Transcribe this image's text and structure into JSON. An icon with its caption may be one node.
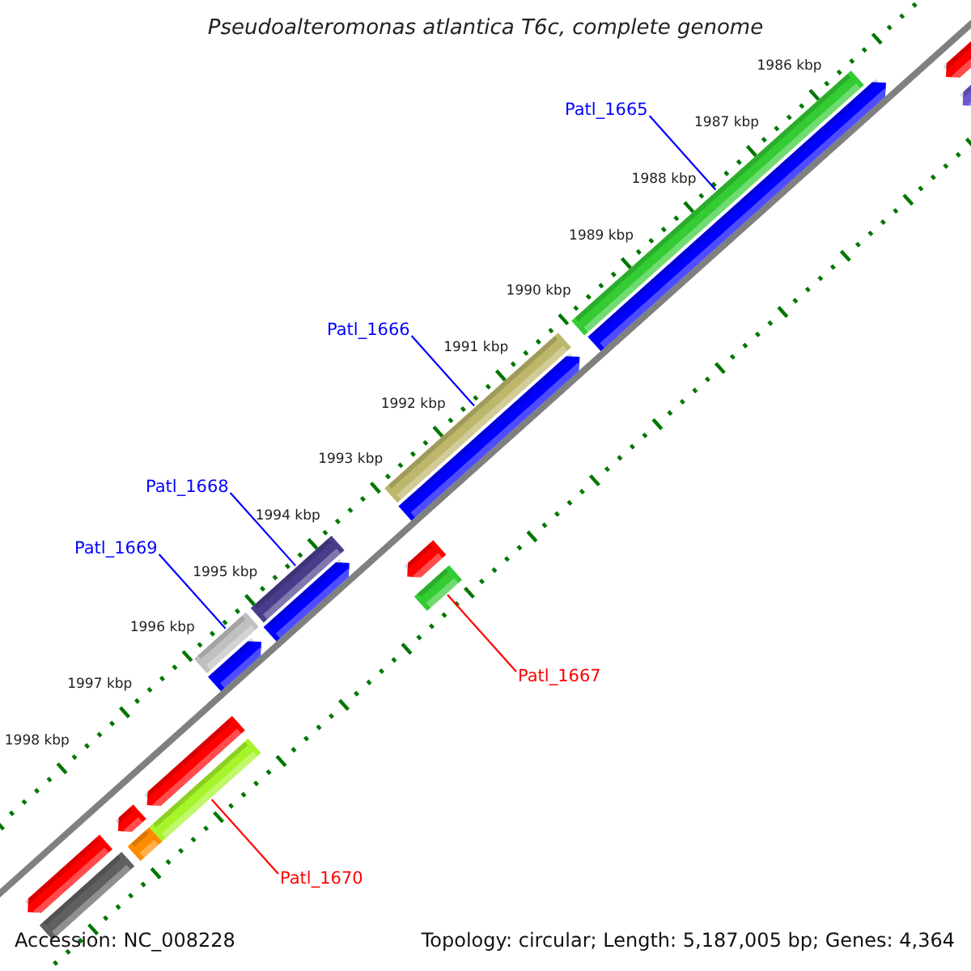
{
  "diagram": {
    "title": "Pseudoalteromonas atlantica T6c, complete genome",
    "nodes": [
      {
        "text": [
          "Patl_1665"
        ]
      },
      {
        "text": [
          "Patl_1666"
        ]
      },
      {
        "text": [
          "Patl_1668"
        ]
      },
      {
        "text": [
          "Patl_1669"
        ]
      },
      {
        "text": [
          "Patl_1667"
        ]
      },
      {
        "text": [
          "Patl_1670"
        ]
      },
      {
        "text": [],
        "shape": "bar"
      },
      {
        "text": [],
        "shape": "bar"
      },
      {
        "text": [],
        "shape": "bar"
      },
      {
        "text": [],
        "shape": "bar"
      },
      {
        "text": [],
        "shape": "bar"
      },
      {
        "text": [],
        "shape": "bar"
      },
      {
        "text": [],
        "shape": "bar"
      },
      {
        "text": [],
        "shape": "bar"
      },
      {
        "text": [],
        "shape": "bar"
      },
      {
        "text": [],
        "shape": "bar"
      },
      {
        "text": [],
        "shape": "bar"
      },
      {
        "text": [],
        "shape": "bar"
      },
      {
        "text": [],
        "shape": "bar"
      },
      {
        "text": [],
        "shape": "bar"
      },
      {
        "text": [],
        "shape": "bar"
      },
      {
        "text": [],
        "shape": "bar"
      },
      {
        "text": [],
        "shape": "bar"
      },
      {
        "text": [],
        "shape": "bar"
      }
    ],
    "edges": [
      {
        "from": 0,
        "to": 7,
        "arrow": "none"
      },
      {
        "from": 1,
        "to": 10,
        "arrow": "none"
      },
      {
        "from": 2,
        "to": 12,
        "arrow": "none"
      },
      {
        "from": 3,
        "to": 16,
        "arrow": "none"
      },
      {
        "from": 4,
        "to": 15,
        "arrow": "none",
        "color": "#ff0000"
      },
      {
        "from": 5,
        "to": 19,
        "arrow": "none",
        "color": "#ff0000"
      }
    ],
    "labels": [
      "1986 kbp",
      "1987 kbp",
      "1988 kbp",
      "1989 kbp",
      "1990 kbp",
      "1991 kbp",
      "1992 kbp",
      "1993 kbp",
      "1994 kbp",
      "1995 kbp",
      "1996 kbp",
      "1997 kbp",
      "1998 kbp",
      "Accession: NC_008228",
      "Topology: circular; Length: 5,187,005 bp; Genes: 4,364"
    ]
  }
}
